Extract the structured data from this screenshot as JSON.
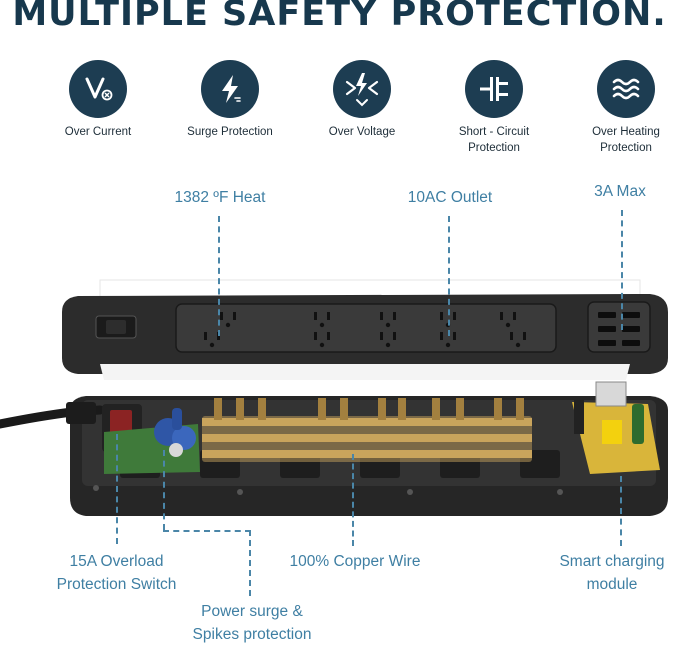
{
  "title": "MULTIPLE SAFETY PROTECTION.",
  "features": [
    {
      "icon": "over-current-icon",
      "label": "Over Current"
    },
    {
      "icon": "lightning-bolt-icon",
      "label": "Surge Protection"
    },
    {
      "icon": "over-voltage-icon",
      "label": "Over Voltage"
    },
    {
      "icon": "short-circuit-icon",
      "label_line1": "Short - Circuit",
      "label_line2": "Protection"
    },
    {
      "icon": "heat-waves-icon",
      "label_line1": "Over Heating",
      "label_line2": "Protection"
    }
  ],
  "callouts": {
    "heat": "1382 ºF Heat",
    "outlet": "10AC Outlet",
    "max": "3A Max",
    "overload_line1": "15A Overload",
    "overload_line2": "Protection Switch",
    "copper": "100% Copper Wire",
    "charging_line1": "Smart charging",
    "charging_line2": "module",
    "surge_line1": "Power surge &",
    "surge_line2": "Spikes protection"
  },
  "colors": {
    "navy": "#1d3d52",
    "callout_blue": "#3f7fa3",
    "strip_body": "#2b2b2b",
    "copper": "#c9a45c",
    "pcb_green": "#3f7a3a"
  }
}
